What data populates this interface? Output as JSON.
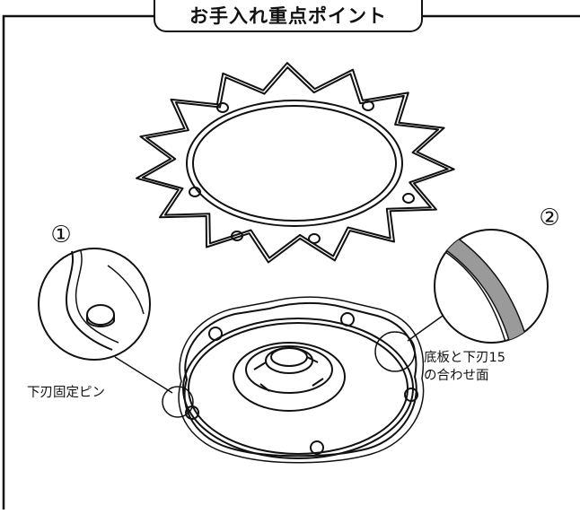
{
  "header": {
    "title": "お手入れ重点ポイント"
  },
  "callouts": [
    {
      "number": "1",
      "label": "下刃固定ピン"
    },
    {
      "number": "2",
      "label_line1": "底板と下刃15",
      "label_line2": "の合わせ面"
    }
  ],
  "colors": {
    "line": "#111111",
    "background": "#ffffff",
    "band": "#9a9a9a"
  }
}
